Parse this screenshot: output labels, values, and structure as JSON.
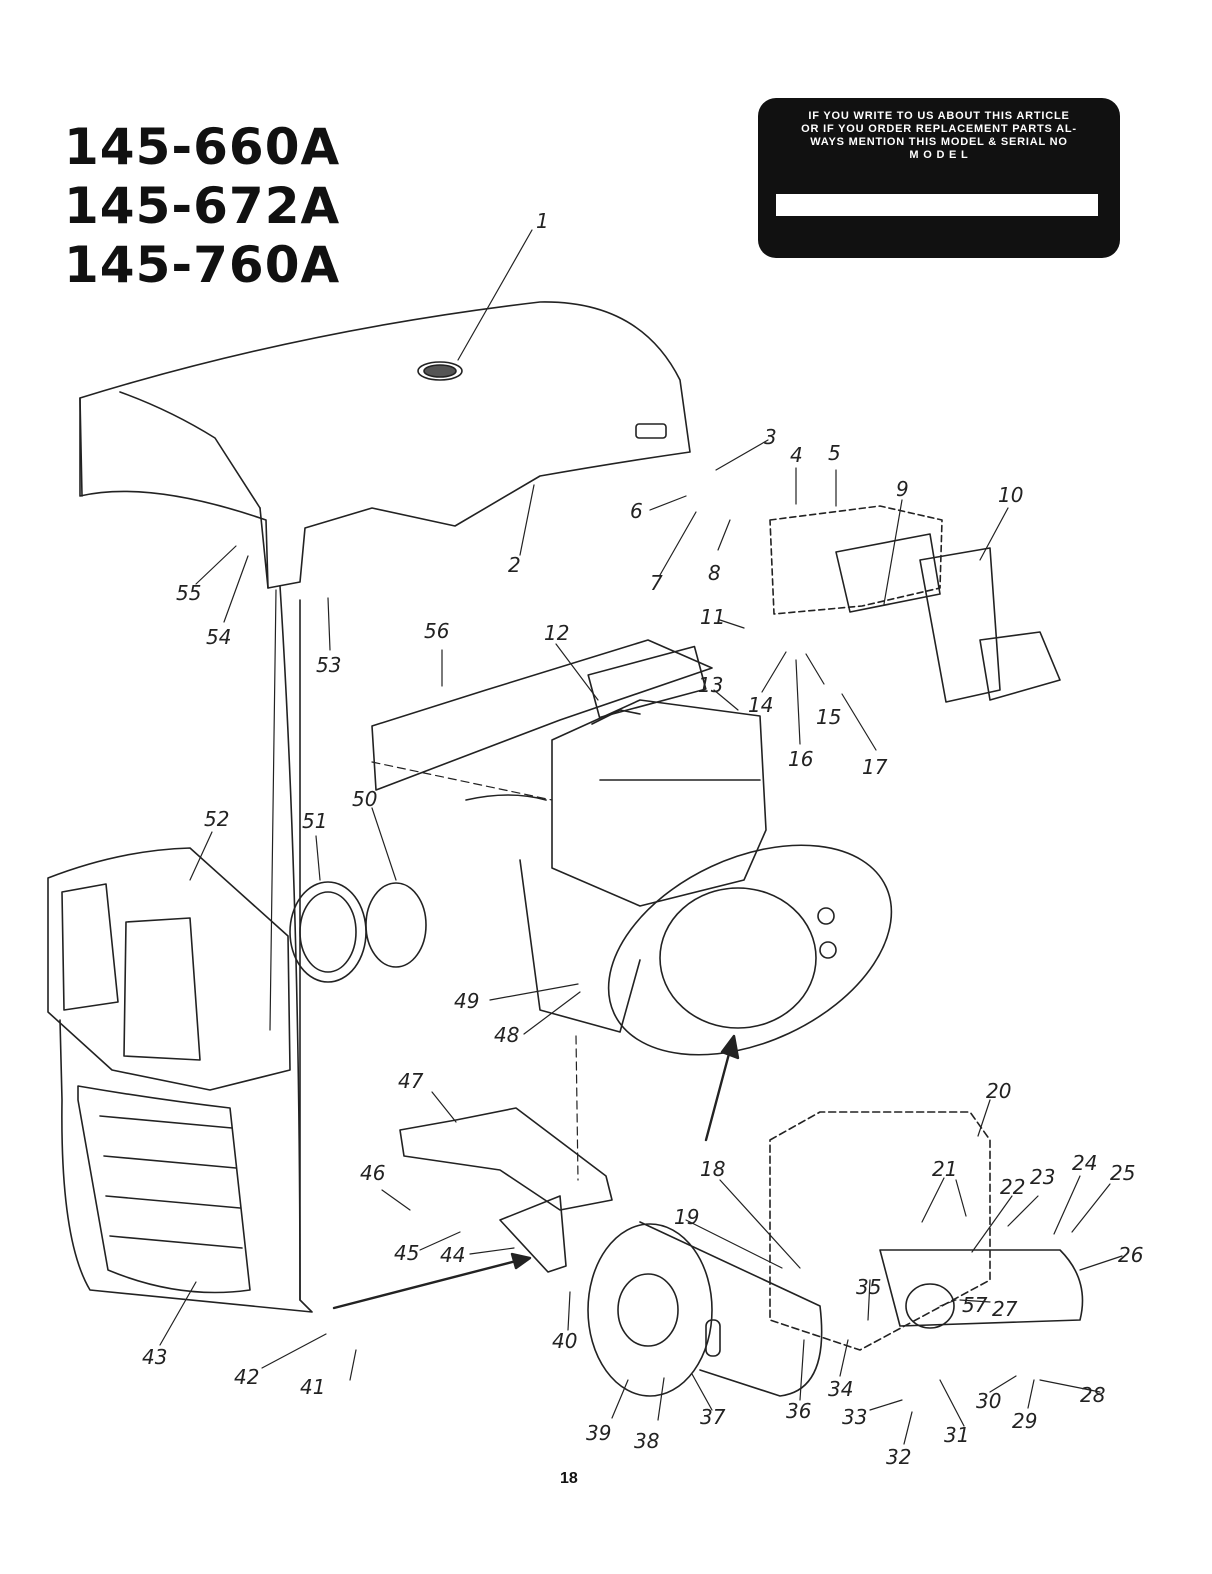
{
  "models": [
    "145-660A",
    "145-672A",
    "145-760A"
  ],
  "info_box": {
    "lines": [
      "IF YOU WRITE TO US ABOUT THIS ARTICLE",
      "OR IF YOU ORDER REPLACEMENT PARTS AL-",
      "WAYS MENTION THIS MODEL & SERIAL NO",
      "M O D E L"
    ]
  },
  "callouts": [
    "1",
    "2",
    "3",
    "4",
    "5",
    "6",
    "7",
    "8",
    "9",
    "10",
    "11",
    "12",
    "13",
    "14",
    "15",
    "16",
    "17",
    "18",
    "19",
    "20",
    "21",
    "22",
    "23",
    "24",
    "25",
    "26",
    "27",
    "28",
    "29",
    "30",
    "31",
    "32",
    "33",
    "34",
    "35",
    "36",
    "37",
    "38",
    "39",
    "40",
    "41",
    "42",
    "43",
    "44",
    "45",
    "46",
    "47",
    "48",
    "49",
    "50",
    "51",
    "52",
    "53",
    "54",
    "55",
    "56",
    "57"
  ],
  "page_number": "18"
}
